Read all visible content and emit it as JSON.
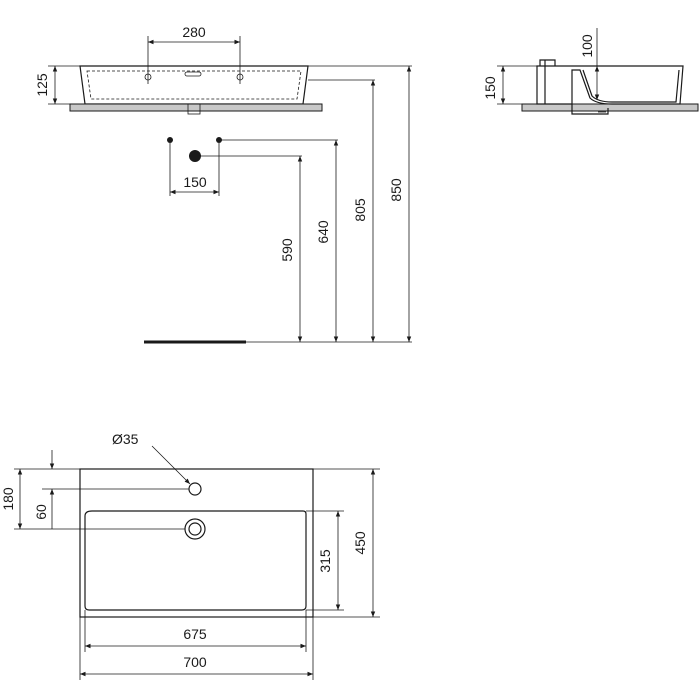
{
  "drawing": {
    "front_view": {
      "tap_holes_spacing": "280",
      "basin_height": "125",
      "waste_spacing": "150",
      "waste_height": "590",
      "outlet_height": "640",
      "top_height": "805",
      "overall_height": "850"
    },
    "side_view": {
      "bowl_depth": "100",
      "basin_height": "150"
    },
    "plan_view": {
      "tap_hole_diameter": "Ø35",
      "tap_hole_offset": "180",
      "waste_offset": "60",
      "bowl_depth": "315",
      "overall_depth": "450",
      "bowl_width": "675",
      "overall_width": "700"
    }
  }
}
